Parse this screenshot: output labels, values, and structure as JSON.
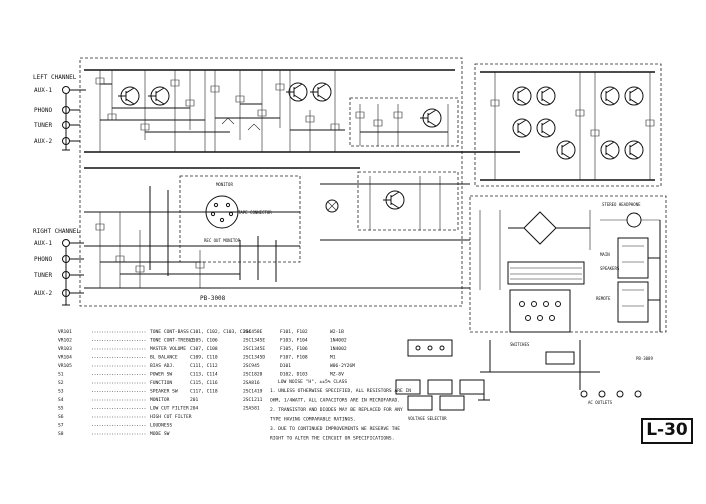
{
  "left_channel": {
    "title": "LEFT CHANNEL",
    "inputs": [
      "AUX-1",
      "PHONO",
      "TUNER",
      "AUX-2"
    ]
  },
  "right_channel": {
    "title": "RIGHT CHANNEL",
    "inputs": [
      "AUX-1",
      "PHONO",
      "TUNER",
      "AUX-2"
    ]
  },
  "board_labels": {
    "monitor_top": "MONITOR",
    "tape_connector": "TAPE CONNECTOR",
    "rec_out_monitor": "REC OUT MONITOR",
    "pb_main": "PB-3008",
    "stereo_headphone": "STEREO HEADPHONE",
    "main": "MAIN",
    "remote": "REMOTE",
    "speakers": "SPEAKERS",
    "pb_right": "PB-3089",
    "voltage_selector": "VOLTAGE SELECTOR",
    "switches": "SWITCHES",
    "ac_outlets": "AC OUTLETS"
  },
  "parts_list_1": [
    {
      "ref": "VR101",
      "desc": "TONE CONT-BASS"
    },
    {
      "ref": "VR102",
      "desc": "TONE CONT-TREBLE"
    },
    {
      "ref": "VR103",
      "desc": "MASTER VOLUME"
    },
    {
      "ref": "VR104",
      "desc": "BL BALANCE"
    },
    {
      "ref": "VR105",
      "desc": "BIAS ADJ."
    },
    {
      "ref": "S1",
      "desc": "POWER SW"
    },
    {
      "ref": "S2",
      "desc": "FUNCTION"
    },
    {
      "ref": "S3",
      "desc": "SPEAKER SW"
    },
    {
      "ref": "S4",
      "desc": "MONITOR"
    },
    {
      "ref": "S5",
      "desc": "LOW CUT FILTER"
    },
    {
      "ref": "S6",
      "desc": "HIGH CUT FILTER"
    },
    {
      "ref": "S7",
      "desc": "LOUDNESS"
    },
    {
      "ref": "S8",
      "desc": "MODE SW"
    }
  ],
  "parts_list_2": [
    {
      "ref": "C101, C102, C103, C104",
      "desc": "2SC458E"
    },
    {
      "ref": "C105, C106",
      "desc": "2SC1345E"
    },
    {
      "ref": "C107, C108",
      "desc": "2SC1345E"
    },
    {
      "ref": "C109, C110",
      "desc": "2SC1345D"
    },
    {
      "ref": "C111, C112",
      "desc": "2SC945"
    },
    {
      "ref": "C113, C114",
      "desc": "2SC1828"
    },
    {
      "ref": "C115, C116",
      "desc": "2SA816"
    },
    {
      "ref": "C117, C118",
      "desc": "2SC1419"
    },
    {
      "ref": "201",
      "desc": "2SC1211"
    },
    {
      "ref": "204",
      "desc": "2SA581"
    }
  ],
  "parts_list_3": [
    {
      "ref": "F101, F102",
      "desc": "W2-1B"
    },
    {
      "ref": "F103, F104",
      "desc": "1N4002"
    },
    {
      "ref": "F105, F106",
      "desc": "1N4002"
    },
    {
      "ref": "F107, F108",
      "desc": "M1"
    },
    {
      "ref": "D101",
      "desc": "W06-2Y26M"
    },
    {
      "ref": "D102, D103",
      "desc": "MZ-8V"
    }
  ],
  "low_noise_note": "LOW NOISE \"H\", ±±5% CLASS",
  "notes": [
    "1. UNLESS OTHERWISE SPECIFIED, ALL RESISTORS ARE IN",
    "OHM, 1/4WATT, ALL CAPACITORS ARE IN MICROFARAD.",
    "2. TRANSISTOR AND DIODES MAY BE REPLACED FOR ANY",
    "TYPE HAVING COMPARABLE RATINGS.",
    "3. DUE TO CONTINUED IMPROVEMENTS WE RESERVE THE",
    "RIGHT TO ALTER THE CIRCUIT OR SPECIFICATIONS."
  ],
  "page_label": "L-30"
}
